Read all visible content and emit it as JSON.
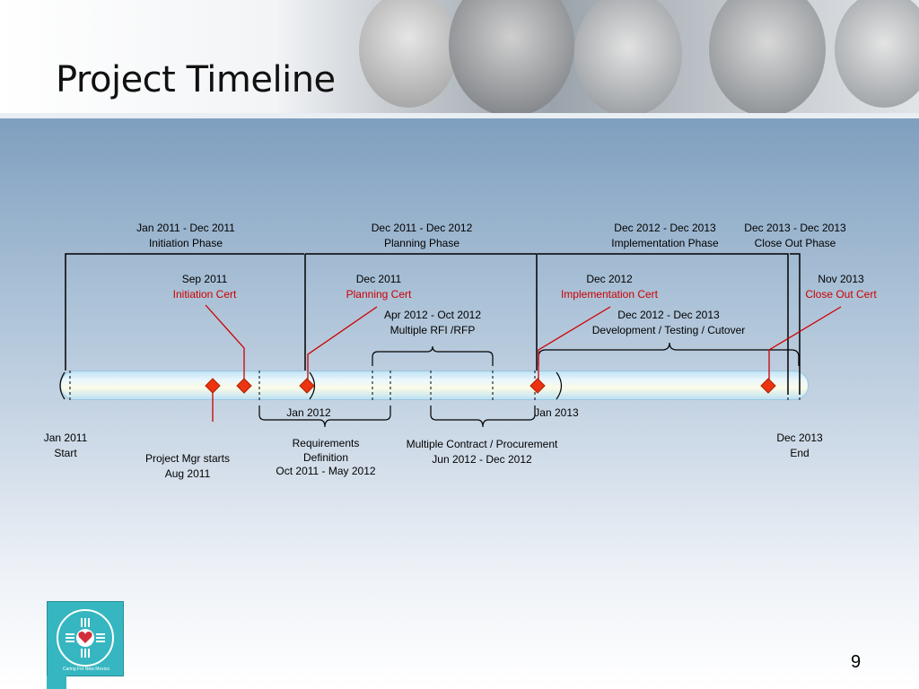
{
  "slide": {
    "title": "Project Timeline",
    "page_number": "9"
  },
  "phases": [
    {
      "dates": "Jan 2011 - Dec 2011",
      "name": "Initiation Phase"
    },
    {
      "dates": "Dec 2011 - Dec 2012",
      "name": "Planning Phase"
    },
    {
      "dates": "Dec 2012 - Dec 2013",
      "name": "Implementation Phase"
    },
    {
      "dates": "Dec 2013 - Dec 2013",
      "name": "Close Out Phase"
    }
  ],
  "certs": [
    {
      "date": "Sep 2011",
      "name": "Initiation Cert"
    },
    {
      "date": "Dec 2011",
      "name": "Planning Cert"
    },
    {
      "date": "Dec 2012",
      "name": "Implementation Cert"
    },
    {
      "date": "Nov 2013",
      "name": "Close Out Cert"
    }
  ],
  "upper_activities": [
    {
      "dates": "Apr 2012 - Oct 2012",
      "name": "Multiple RFI /RFP"
    },
    {
      "dates": "Dec 2012 - Dec 2013",
      "name": "Development / Testing / Cutover"
    }
  ],
  "timeline_labels": {
    "jan2012": "Jan 2012",
    "jan2013": "Jan 2013"
  },
  "milestones": {
    "start": {
      "date": "Jan 2011",
      "label": "Start"
    },
    "end": {
      "date": "Dec 2013",
      "label": "End"
    },
    "pm_start": {
      "label": "Project Mgr starts",
      "date": "Aug 2011"
    }
  },
  "lower_activities": [
    {
      "line1": "Requirements",
      "line2": "Definition",
      "dates": "Oct 2011 - May 2012"
    },
    {
      "line1": "Multiple Contract / Procurement",
      "dates": "Jun 2012 - Dec 2012"
    }
  ],
  "logo": {
    "caption": "Caring For New Mexico"
  },
  "colors": {
    "cert_text": "#cc0000",
    "diamond_fill": "#ee3311",
    "diamond_stroke": "#aa2200",
    "lines": "#000000",
    "callout_lines": "#cc0000",
    "logo_teal": "#36b6c0"
  }
}
